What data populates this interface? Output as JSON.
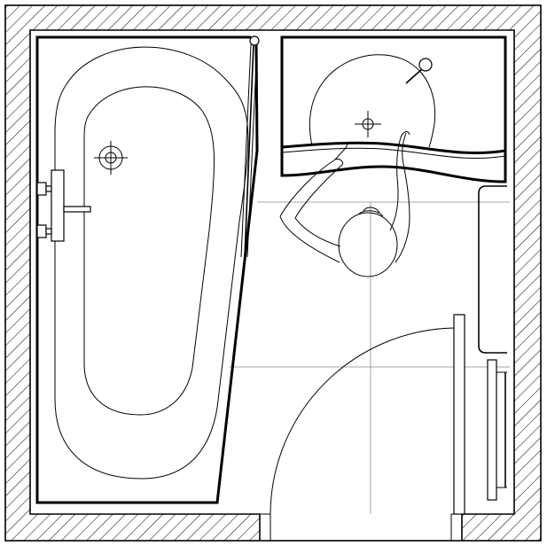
{
  "drawing": {
    "kind": "bathroom floor plan",
    "line_color": "#000000",
    "background": "#ffffff",
    "guide_line_color": "#8a8a8a",
    "wall_fill": "diagonal hatch",
    "fixtures": [
      "bathtub",
      "shower-screen",
      "washbasin",
      "person",
      "door",
      "radiator",
      "wall-cabinet"
    ]
  }
}
